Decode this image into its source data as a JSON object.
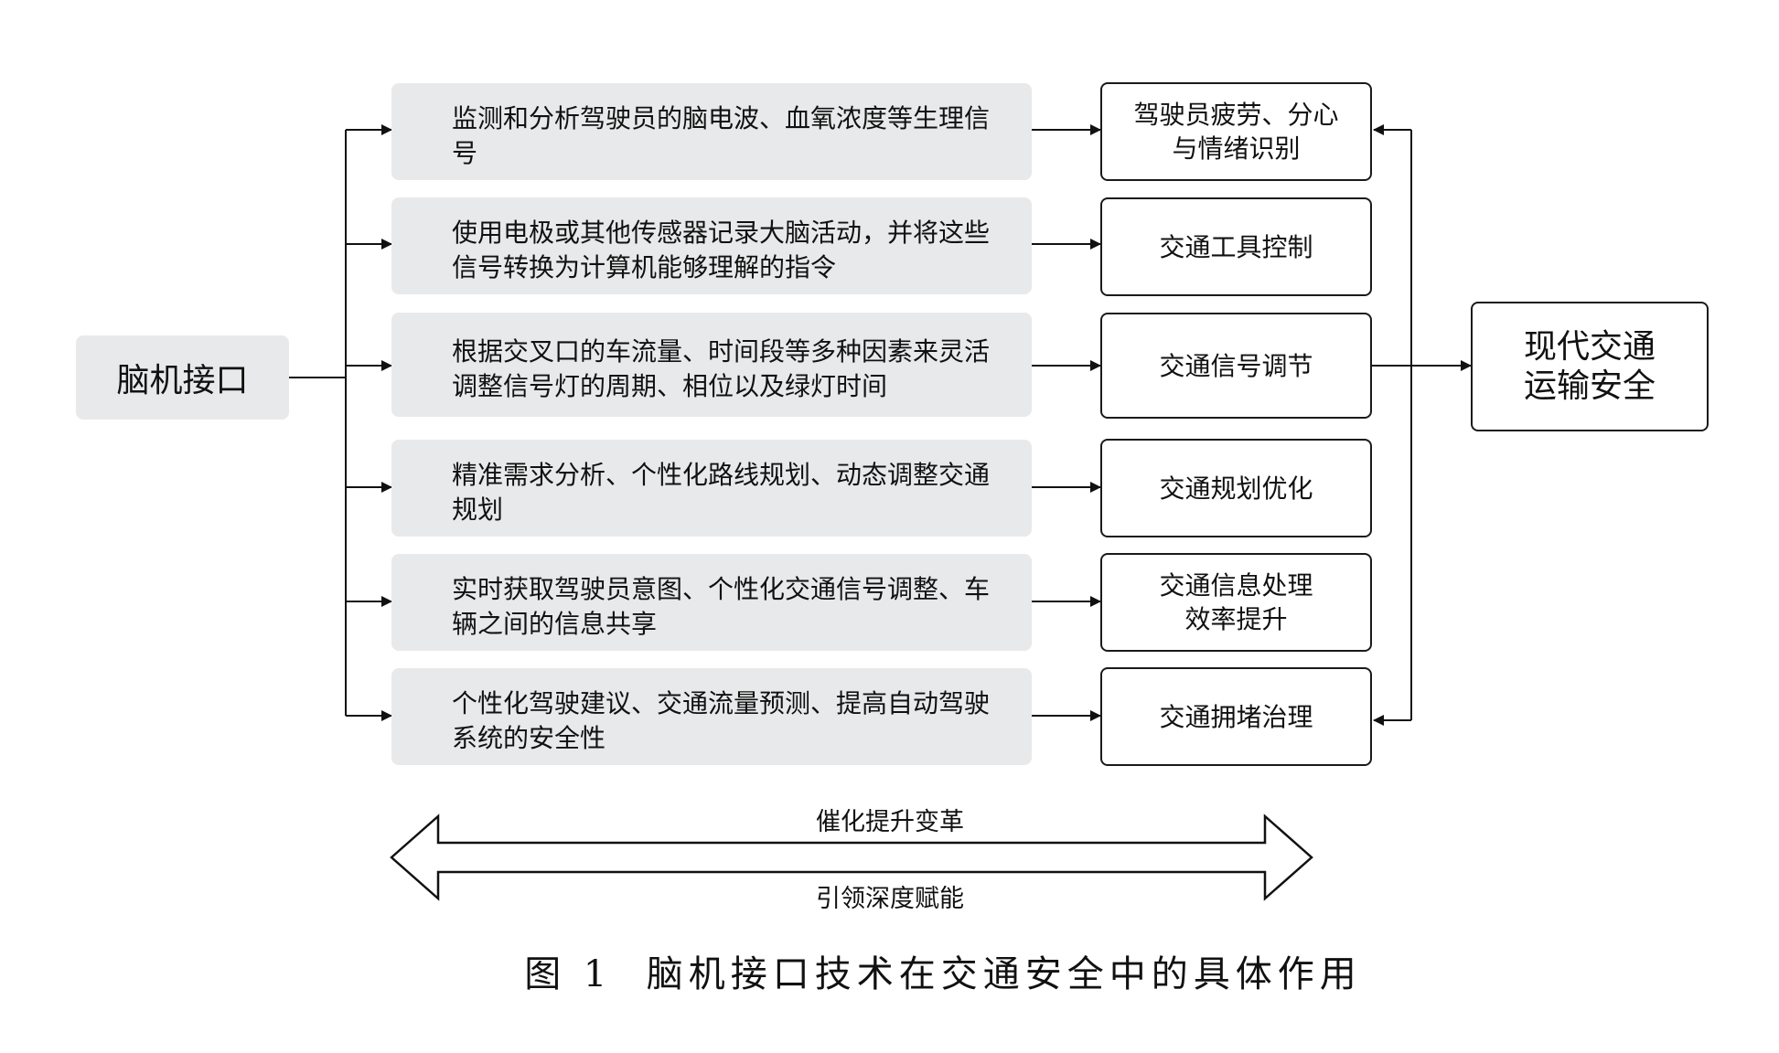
{
  "source": "脑机接口",
  "target": "现代交通\n运输安全",
  "rows": [
    {
      "desc": "监测和分析驾驶员的脑电波、血氧浓度等生理信号",
      "outcome": "驾驶员疲劳、分心\n与情绪识别"
    },
    {
      "desc": "使用电极或其他传感器记录大脑活动，并将这些信号转换为计算机能够理解的指令",
      "outcome": "交通工具控制"
    },
    {
      "desc": "根据交叉口的车流量、时间段等多种因素来灵活调整信号灯的周期、相位以及绿灯时间",
      "outcome": "交通信号调节"
    },
    {
      "desc": "精准需求分析、个性化路线规划、动态调整交通规划",
      "outcome": "交通规划优化"
    },
    {
      "desc": "实时获取驾驶员意图、个性化交通信号调整、车辆之间的信息共享",
      "outcome": "交通信息处理\n效率提升"
    },
    {
      "desc": "个性化驾驶建议、交通流量预测、提高自动驾驶系统的安全性",
      "outcome": "交通拥堵治理"
    }
  ],
  "double_arrow": {
    "top_label": "催化提升变革",
    "bottom_label": "引领深度赋能"
  },
  "caption": "图 1  脑机接口技术在交通安全中的具体作用"
}
